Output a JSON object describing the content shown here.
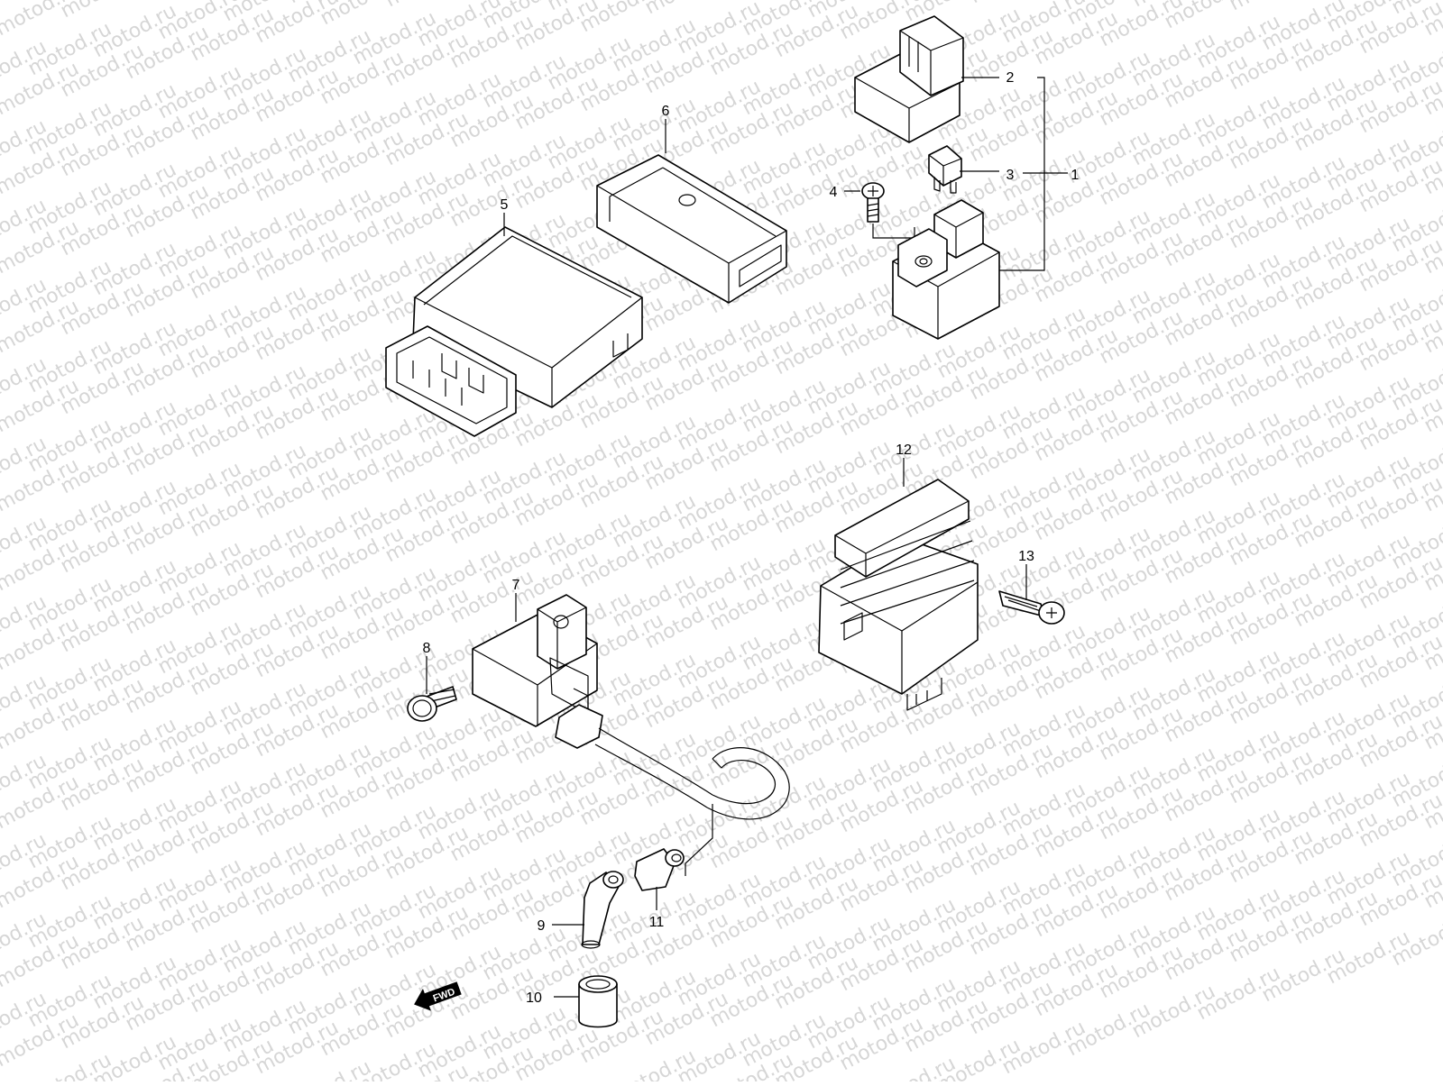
{
  "watermark": {
    "text": "motod.ru"
  },
  "callouts": [
    {
      "id": "1",
      "label": "1"
    },
    {
      "id": "2",
      "label": "2"
    },
    {
      "id": "3",
      "label": "3"
    },
    {
      "id": "4",
      "label": "4"
    },
    {
      "id": "5",
      "label": "5"
    },
    {
      "id": "6",
      "label": "6"
    },
    {
      "id": "7",
      "label": "7"
    },
    {
      "id": "8",
      "label": "8"
    },
    {
      "id": "9",
      "label": "9"
    },
    {
      "id": "10",
      "label": "10"
    },
    {
      "id": "11",
      "label": "11"
    },
    {
      "id": "12",
      "label": "12"
    },
    {
      "id": "13",
      "label": "13"
    }
  ],
  "fwd_badge": {
    "label": "FWD"
  }
}
